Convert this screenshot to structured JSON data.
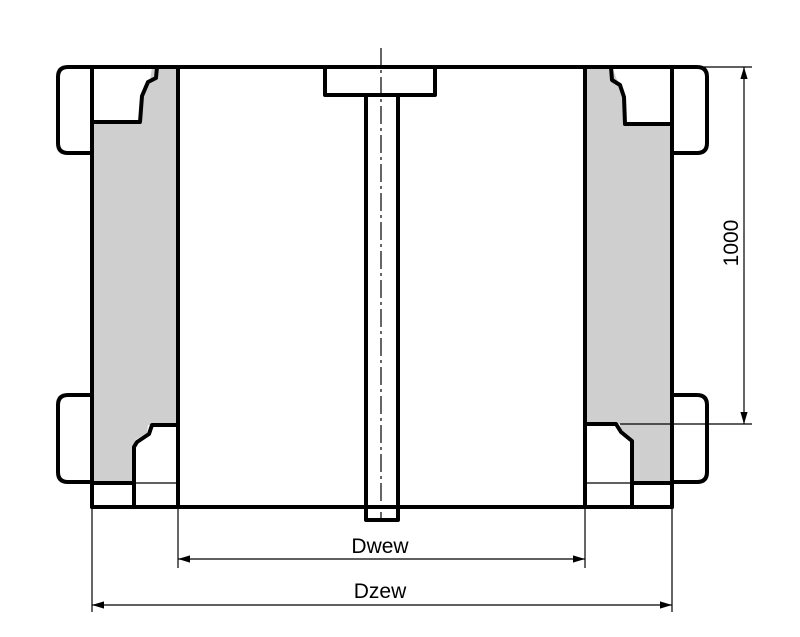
{
  "dimensions": {
    "height_label": "1000",
    "inner_diameter_label": "Dwew",
    "outer_diameter_label": "Dzew"
  },
  "colors": {
    "wall_fill": "#cfcfcf",
    "stroke": "#000000",
    "background": "#ffffff"
  }
}
